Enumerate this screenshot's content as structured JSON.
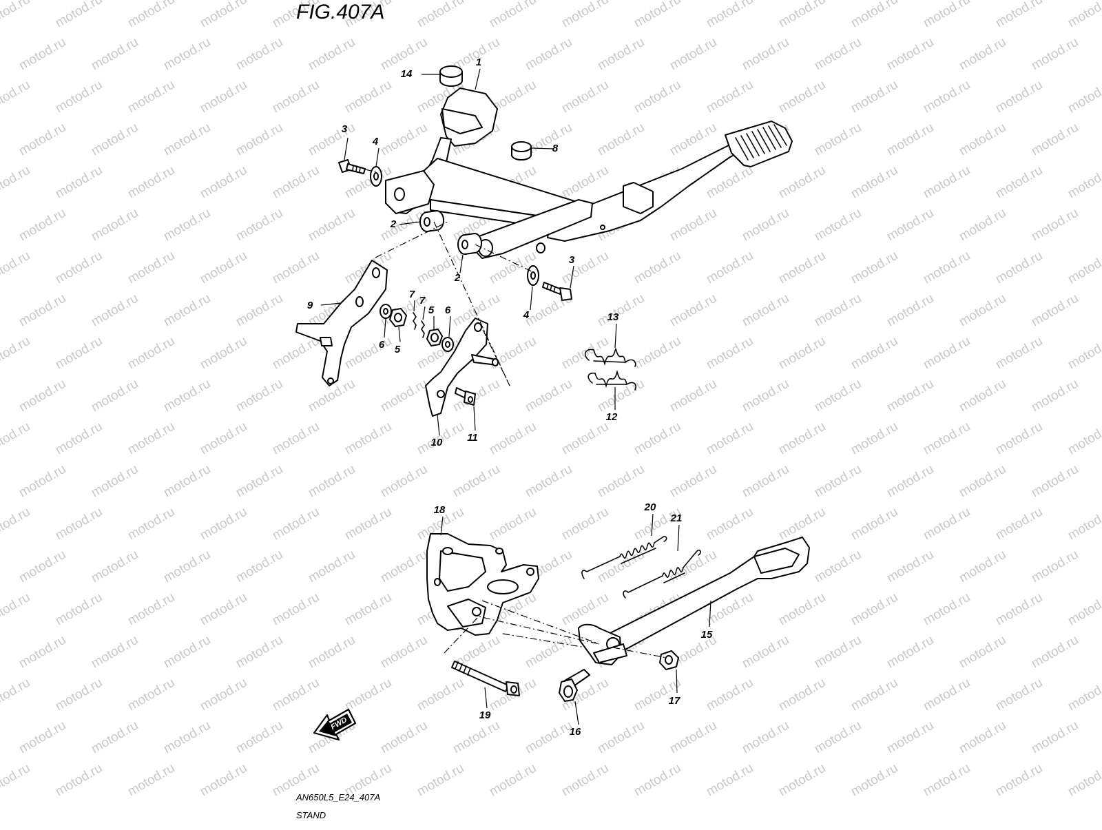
{
  "figure": {
    "title": "FIG.407A",
    "code": "AN650L5_E24_407A",
    "name": "STAND",
    "watermark": "motod.ru",
    "fwd_label": "FWD"
  },
  "callouts": [
    "1",
    "14",
    "3",
    "4",
    "8",
    "2",
    "2",
    "3",
    "4",
    "9",
    "7",
    "7",
    "5",
    "6",
    "6",
    "5",
    "13",
    "12",
    "10",
    "11",
    "18",
    "20",
    "21",
    "15",
    "17",
    "19",
    "16"
  ],
  "colors": {
    "line": "#000000",
    "watermark": "#c8c8c8",
    "background": "#ffffff"
  }
}
